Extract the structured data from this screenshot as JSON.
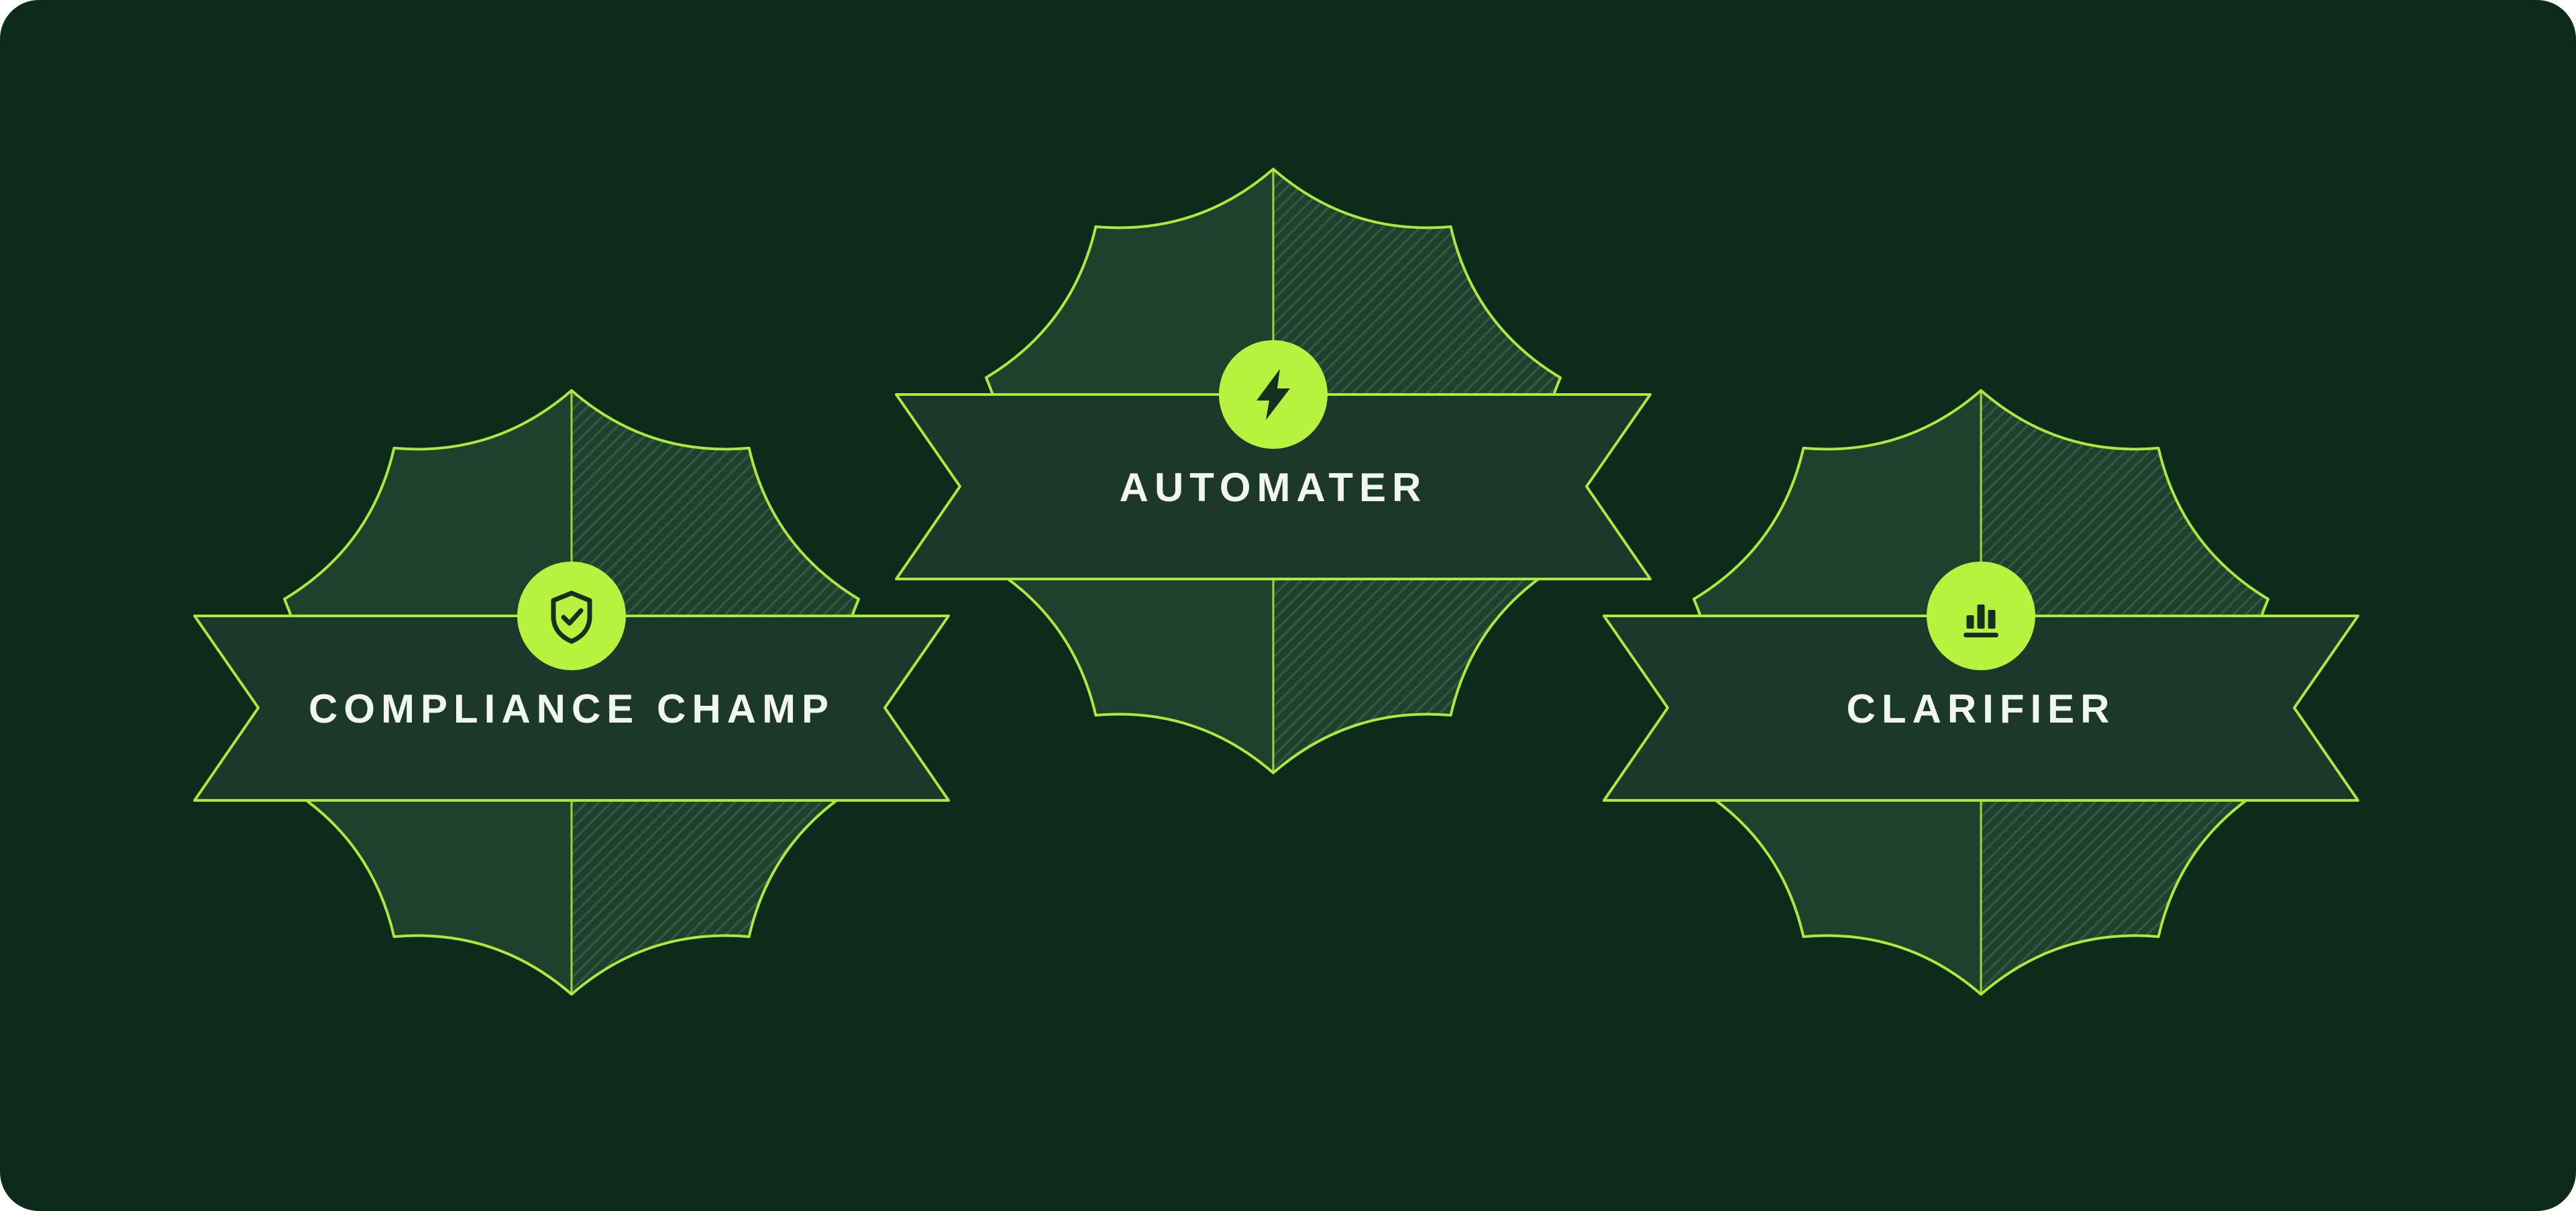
{
  "colors": {
    "page-bg": "#ffffff",
    "card-bg": "#0d2a1b",
    "accent": "#abe93c",
    "badge-fill": "#20402e",
    "hatch-line": "#315741",
    "ribbon-fill": "#1b382a",
    "circle-fill": "#b7f33e",
    "icon-dark": "#16301f",
    "text": "#f2f7ed"
  },
  "badges": [
    {
      "label": "COMPLIANCE CHAMP",
      "icon": "shield-check-icon"
    },
    {
      "label": "AUTOMATER",
      "icon": "lightning-bolt-icon"
    },
    {
      "label": "CLARIFIER",
      "icon": "bar-chart-icon"
    }
  ]
}
